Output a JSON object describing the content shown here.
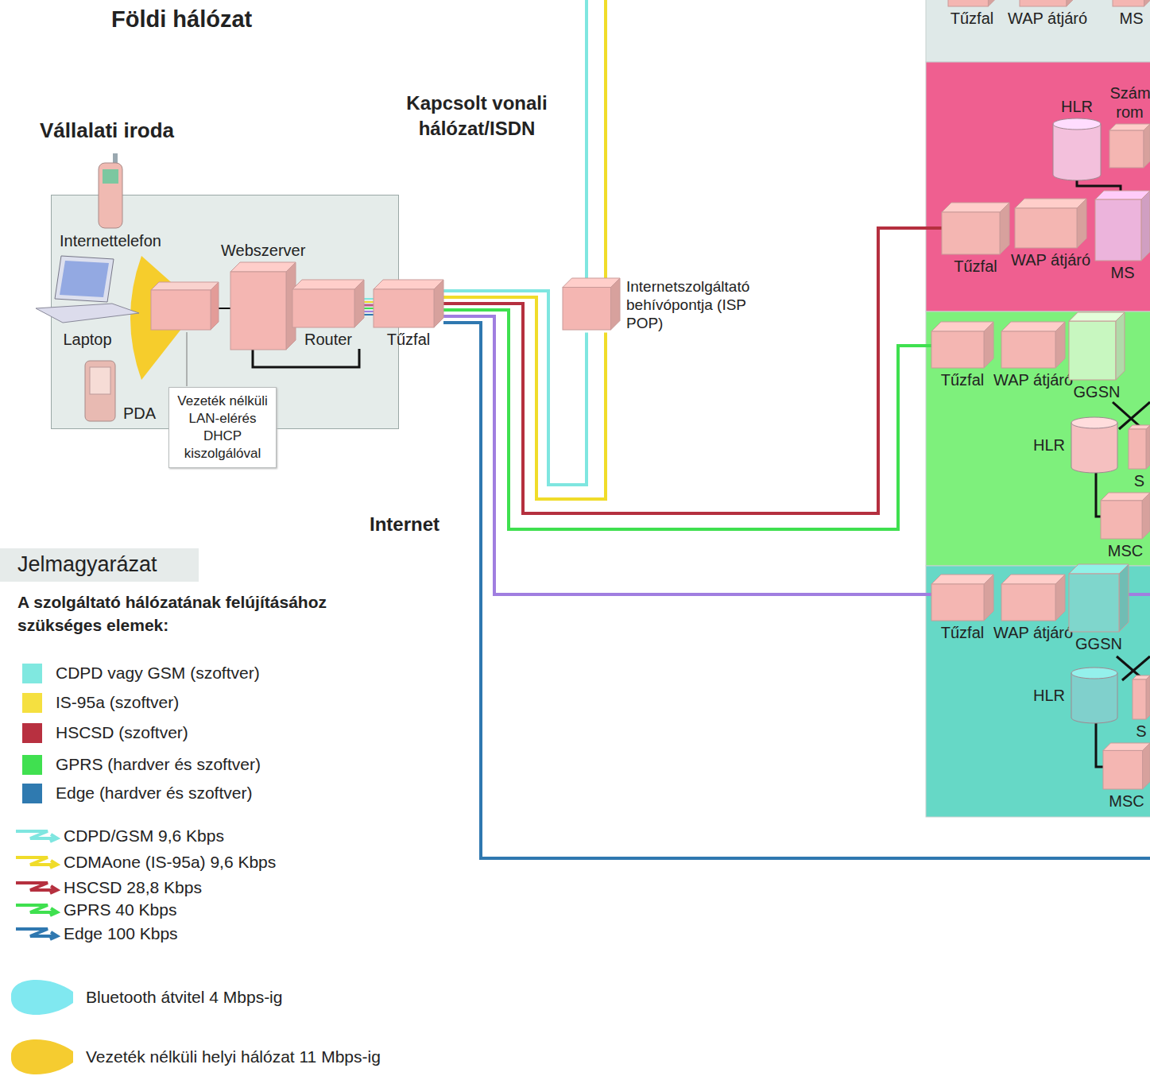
{
  "diagram": {
    "title": "Földi hálózat",
    "nodes": [
      {
        "text": [
          "Vállalati iroda"
        ]
      },
      {
        "text": [
          "Internettelefon"
        ],
        "in": 0
      },
      {
        "text": [
          "Laptop"
        ],
        "in": 0
      },
      {
        "text": [
          "PDA"
        ],
        "in": 0
      },
      {
        "text": [
          "Webszerver"
        ],
        "in": 0
      },
      {
        "text": [
          "Router"
        ],
        "in": 0
      },
      {
        "text": [
          "Tűzfal"
        ],
        "in": 0
      },
      {
        "text": [
          "Vezeték nélküli LAN-elérés DHCP kiszolgálóval"
        ]
      },
      {
        "text": [
          "Internetszolgáltató behívópontja (ISP POP)"
        ]
      },
      {
        "text": [
          "Tűzfal"
        ]
      },
      {
        "text": [
          "WAP átjáró"
        ]
      },
      {
        "text": [
          "MS"
        ]
      },
      {
        "text": [
          "HLR"
        ]
      },
      {
        "text": [
          "Szám rom"
        ]
      },
      {
        "text": [
          "Tűzfal"
        ]
      },
      {
        "text": [
          "WAP átjáró"
        ]
      },
      {
        "text": [
          "MS"
        ]
      },
      {
        "text": [
          "Tűzfal"
        ]
      },
      {
        "text": [
          "WAP átjáró"
        ]
      },
      {
        "text": [
          "GGSN"
        ]
      },
      {
        "text": [
          "HLR"
        ]
      },
      {
        "text": [
          "S"
        ]
      },
      {
        "text": [
          "MSC"
        ]
      },
      {
        "text": [
          "Tűzfal"
        ]
      },
      {
        "text": [
          "WAP átjáró"
        ]
      },
      {
        "text": [
          "GGSN"
        ]
      },
      {
        "text": [
          "HLR"
        ]
      },
      {
        "text": [
          "S"
        ]
      },
      {
        "text": [
          "MSC"
        ]
      }
    ],
    "edges": [
      {
        "from": 6,
        "to": 8,
        "arrow": "none"
      },
      {
        "from": 6,
        "to": 8,
        "arrow": "none"
      },
      {
        "from": 6,
        "to": 14,
        "arrow": "none"
      },
      {
        "from": 6,
        "to": 17,
        "arrow": "none"
      },
      {
        "from": 6,
        "to": 23,
        "arrow": "none"
      },
      {
        "from": 4,
        "to": 5,
        "arrow": "none"
      },
      {
        "from": 5,
        "to": 6,
        "arrow": "none"
      },
      {
        "from": 12,
        "to": 16,
        "arrow": "none"
      },
      {
        "from": 20,
        "to": 22,
        "arrow": "none"
      },
      {
        "from": 26,
        "to": 28,
        "arrow": "none"
      }
    ],
    "labels": [
      "Kapcsolt vonali hálózat/ISDN",
      "Internet",
      "Jelmagyarázat",
      "A szolgáltató hálózatának felújításához szükséges elemek:"
    ],
    "legend": [
      {
        "text": "CDPD vagy GSM (szoftver)",
        "color": "#80e8e0"
      },
      {
        "text": "IS-95a (szoftver)",
        "color": "#f5e040"
      },
      {
        "text": "HSCSD (szoftver)",
        "color": "#b83040"
      },
      {
        "text": "GPRS (hardver és szoftver)",
        "color": "#40e050"
      },
      {
        "text": "Edge (hardver és szoftver)",
        "color": "#2f7ab0"
      },
      {
        "text": "CDPD/GSM 9,6 Kbps"
      },
      {
        "text": "CDMAone (IS-95a) 9,6 Kbps"
      },
      {
        "text": "HSCSD 28,8 Kbps"
      },
      {
        "text": "GPRS 40 Kbps"
      },
      {
        "text": "Edge 100 Kbps"
      },
      {
        "text": "Bluetooth átvitel 4 Mbps-ig",
        "color": "#80e8f0"
      },
      {
        "text": "Vezeték nélküli helyi hálózat 11 Mbps-ig",
        "color": "#f5cc30"
      }
    ]
  }
}
